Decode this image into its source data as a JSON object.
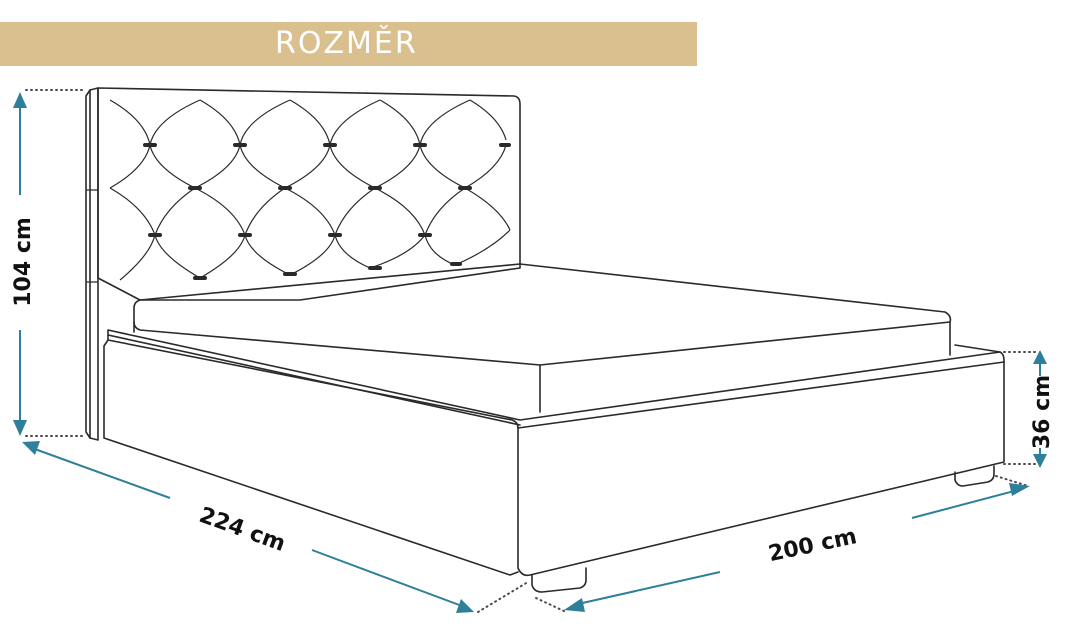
{
  "banner": {
    "title": "ROZMĚR",
    "color": "#d9c08e"
  },
  "dimensions": {
    "height": "104 cm",
    "length": "224 cm",
    "width": "200 cm",
    "frame_height": "36 cm"
  },
  "colors": {
    "dimension_line": "#2e7f9a",
    "outline": "#2a2a2a"
  }
}
